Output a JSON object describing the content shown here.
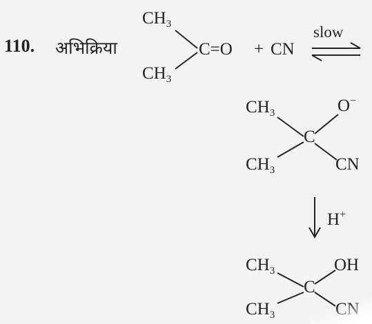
{
  "question": {
    "number": "110.",
    "label": "अभिक्रिया"
  },
  "reactant": {
    "methyl_top": "CH",
    "methyl_top_sub": "3",
    "methyl_bottom": "CH",
    "methyl_bottom_sub": "3",
    "carbonyl": "C=O",
    "plus": "+",
    "cyanide": "CN",
    "arrow_label": "slow"
  },
  "intermediate": {
    "methyl_top": "CH",
    "methyl_top_sub": "3",
    "methyl_bottom": "CH",
    "methyl_bottom_sub": "3",
    "central": "C",
    "oxide": "O",
    "oxide_charge": "−",
    "nitrile": "CN"
  },
  "step": {
    "reagent": "H",
    "reagent_charge": "+"
  },
  "product": {
    "methyl_top": "CH",
    "methyl_top_sub": "3",
    "methyl_bottom": "CH",
    "methyl_bottom_sub": "3",
    "central": "C",
    "hydroxyl": "OH",
    "nitrile": "CN"
  }
}
